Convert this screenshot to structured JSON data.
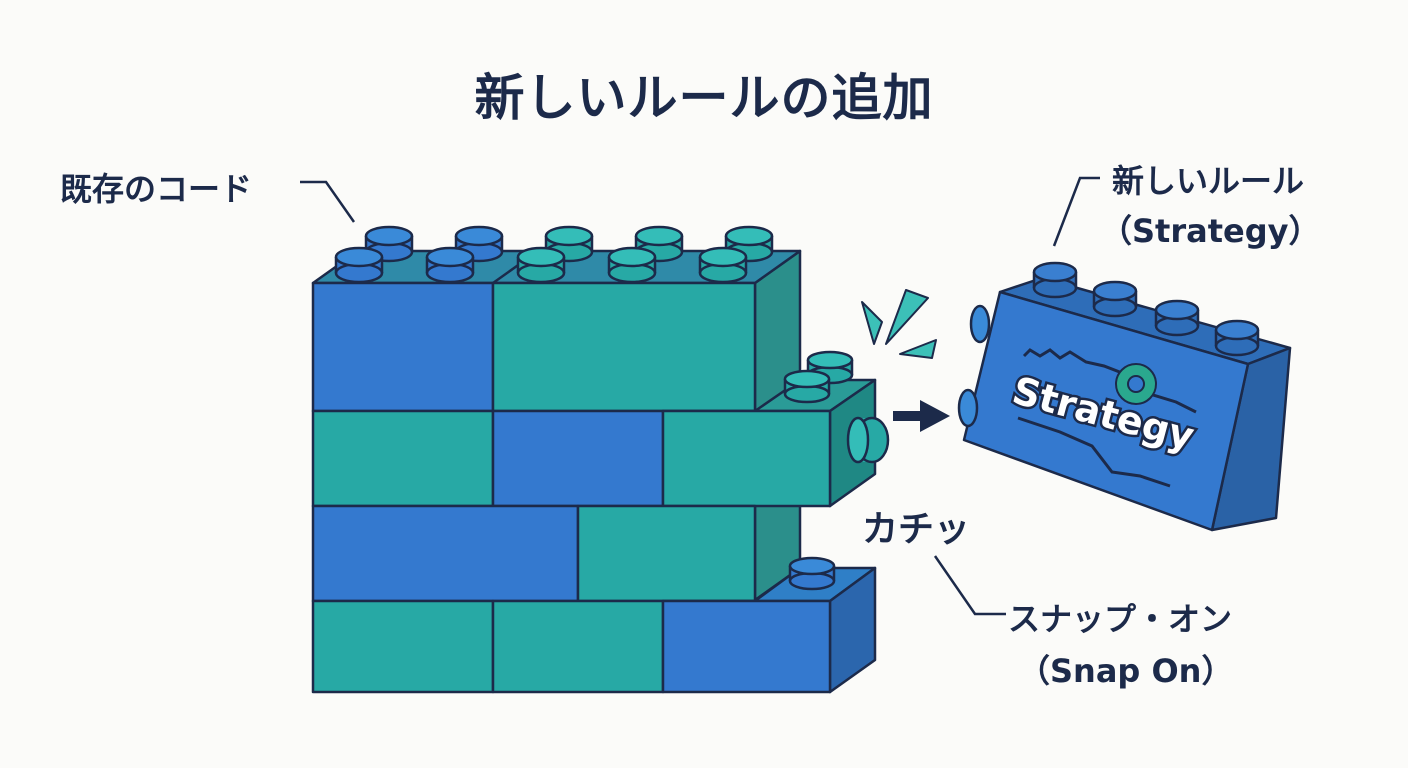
{
  "title": "新しいルールの追加",
  "labels": {
    "existing_code": "既存のコード",
    "new_rule_line1": "新しいルール",
    "new_rule_line2": "（Strategy）",
    "click_sound": "カチッ",
    "snap_on_line1": "スナップ・オン",
    "snap_on_line2": "（Snap On）"
  },
  "brick_text": "Strategy",
  "colors": {
    "blue": "#3479cf",
    "teal": "#27a9a5",
    "outline": "#1c2a4a",
    "background": "#fbfbf9"
  }
}
